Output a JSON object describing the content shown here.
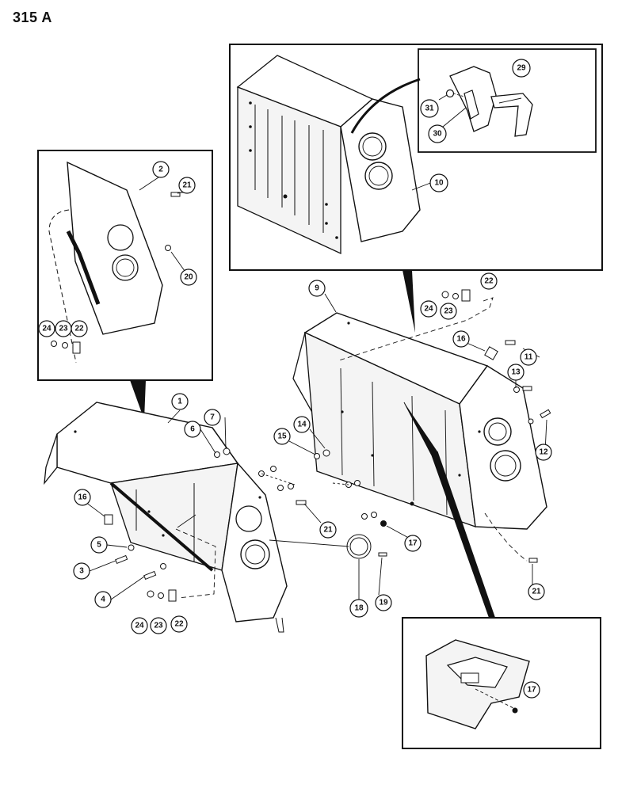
{
  "page_title": "315 A",
  "callouts": {
    "c1": "1",
    "c2": "2",
    "c3": "3",
    "c4": "4",
    "c5": "5",
    "c6": "6",
    "c7": "7",
    "c9": "9",
    "c10": "10",
    "c11": "11",
    "c12": "12",
    "c13": "13",
    "c14": "14",
    "c15": "15",
    "c16a": "16",
    "c16b": "16",
    "c17a": "17",
    "c17b": "17",
    "c18": "18",
    "c19": "19",
    "c20": "20",
    "c21a": "21",
    "c21b": "21",
    "c21c": "21",
    "c22a": "22",
    "c22b": "22",
    "c22c": "22",
    "c23a": "23",
    "c23b": "23",
    "c23c": "23",
    "c24a": "24",
    "c24b": "24",
    "c24c": "24",
    "c29": "29",
    "c30": "30",
    "c31": "31"
  }
}
